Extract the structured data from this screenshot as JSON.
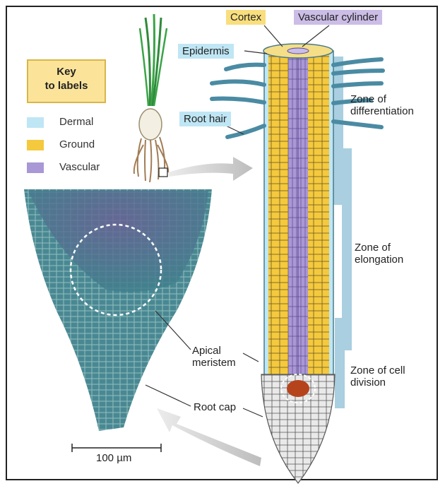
{
  "key": {
    "title_line1": "Key",
    "title_line2": "to labels",
    "items": [
      {
        "label": "Dermal",
        "color": "#bfe6f4"
      },
      {
        "label": "Ground",
        "color": "#f4c93e"
      },
      {
        "label": "Vascular",
        "color": "#a997d6"
      }
    ]
  },
  "labels": {
    "cortex": "Cortex",
    "vascular_cylinder": "Vascular cylinder",
    "epidermis": "Epidermis",
    "root_hair": "Root hair",
    "zone_differentiation": [
      "Zone of",
      "differentiation"
    ],
    "zone_elongation": [
      "Zone of",
      "elongation"
    ],
    "zone_division": [
      "Zone of cell",
      "division"
    ],
    "apical_meristem": [
      "Apical",
      "meristem"
    ],
    "root_cap": "Root cap",
    "scale_bar": "100 µm"
  },
  "colors": {
    "dermal": "#bfe6f4",
    "ground": "#f4c93e",
    "vascular": "#a997d6",
    "zone_bar": "#a9cfe0",
    "micrograph": "#4d8c96"
  }
}
